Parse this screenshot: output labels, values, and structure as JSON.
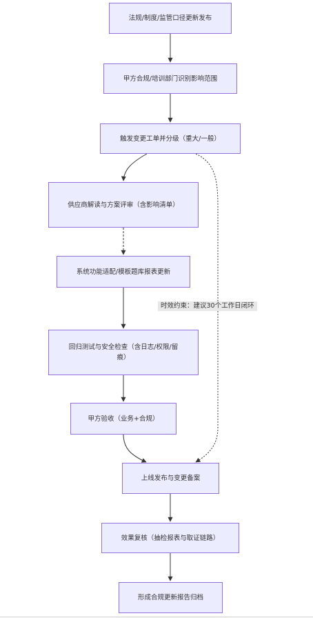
{
  "nodes": {
    "n1": "法规/制度/监管口径更新发布",
    "n2": "甲方合规/培训部门识别影响范围",
    "n3": "触发变更工单并分级（重大/一般）",
    "n4": "供应商解读与方案评审（含影响清单）",
    "n5": "系统功能适配/模板题库报表更新",
    "n6": "回归测试与安全检查（含日志/权限/留痕）",
    "n7": "甲方验收（业务+合规）",
    "n8": "上线发布与变更备案",
    "n9": "效果复核（抽检报表与取证链路）",
    "n10": "形成合规更新报告归档"
  },
  "edge_labels": {
    "timeliness": "时效约束：建议30个工作日闭环"
  },
  "colors": {
    "node_fill": "#ececff",
    "node_border": "#9370db",
    "edge": "#333333",
    "label_bg": "#e8e8e8"
  }
}
